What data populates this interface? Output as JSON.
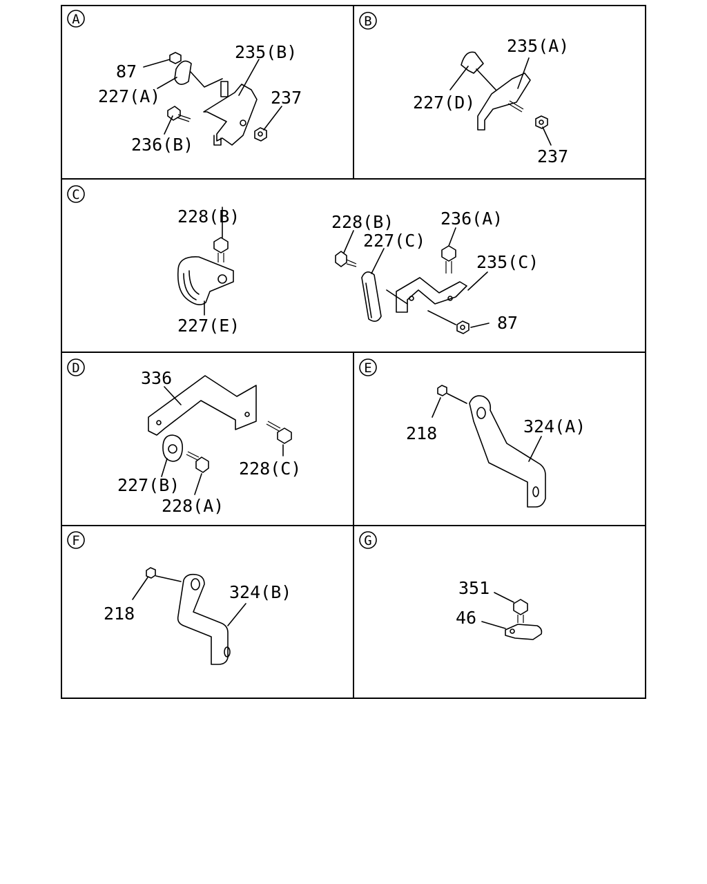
{
  "panels": {
    "A": {
      "letter": "A",
      "labels": {
        "p87": "87",
        "p227a": "227(A)",
        "p235b": "235(B)",
        "p237": "237",
        "p236b": "236(B)"
      }
    },
    "B": {
      "letter": "B",
      "labels": {
        "p235a": "235(A)",
        "p227d": "227(D)",
        "p237": "237"
      }
    },
    "C": {
      "letter": "C",
      "labels": {
        "p228b_1": "228(B)",
        "p227e": "227(E)",
        "p228b_2": "228(B)",
        "p227c": "227(C)",
        "p236a": "236(A)",
        "p235c": "235(C)",
        "p87": "87"
      }
    },
    "D": {
      "letter": "D",
      "labels": {
        "p336": "336",
        "p228c": "228(C)",
        "p227b": "227(B)",
        "p228a": "228(A)"
      }
    },
    "E": {
      "letter": "E",
      "labels": {
        "p218": "218",
        "p324a": "324(A)"
      }
    },
    "F": {
      "letter": "F",
      "labels": {
        "p218": "218",
        "p324b": "324(B)"
      }
    },
    "G": {
      "letter": "G",
      "labels": {
        "p351": "351",
        "p46": "46"
      }
    }
  }
}
